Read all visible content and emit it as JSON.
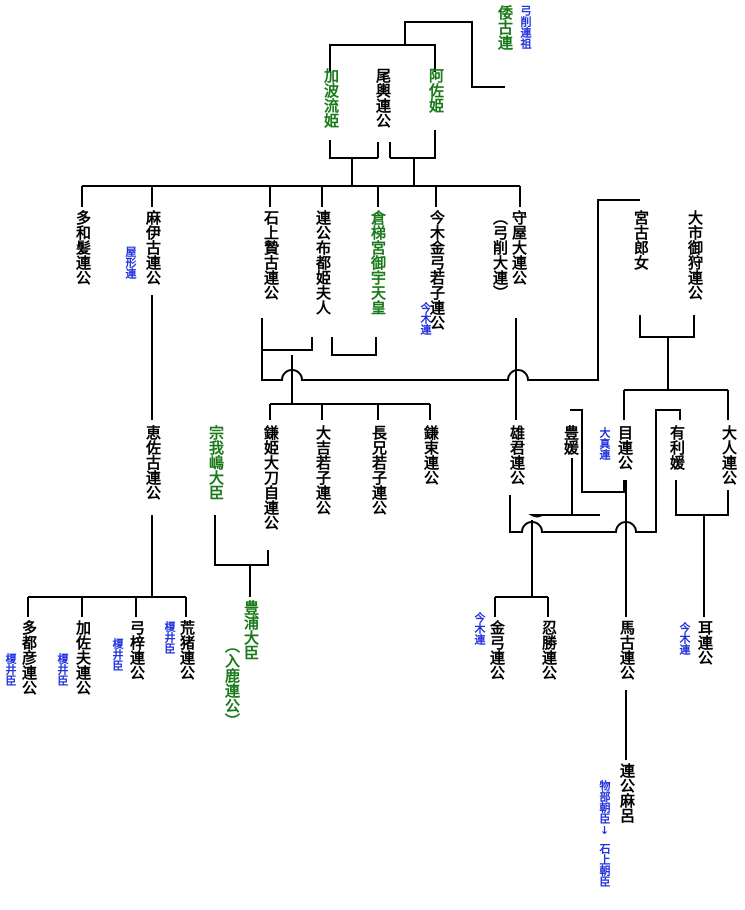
{
  "colors": {
    "ancestor_green": "#1a7a1a",
    "note_blue": "#2233dd",
    "line": "#000000",
    "text": "#000000"
  },
  "people": {
    "wako": "倭古連",
    "wako_note": "弓削連祖",
    "kahanaru": "加波流姫",
    "okoshi": "尾輿連公",
    "asa": "阿佐姫",
    "tawahige": "多和髪連公",
    "maiko": "麻伊古連公",
    "maiko_note": "屋形連",
    "isonokami": "石上贄古連公",
    "futsuhime": "連公布都姫夫人",
    "sushun": "倉梯宮御宇天皇",
    "imaki": "今木金弓若子連公",
    "imaki_note": "今木連",
    "moriya": "守屋大連公",
    "moriya_alias": "（弓削大連）",
    "miyako": "宮古郎女",
    "oichi": "大市御狩連公",
    "ekoko": "恵佐古連公",
    "kamahime": "鎌姫大刀自連公",
    "oyoshi": "大吉若子連公",
    "nagae": "長兄若子連公",
    "kamatsuka": "鎌束連公",
    "soga": "宗我嶋大臣",
    "ogimi": "雄君連公",
    "toyohime": "豊媛",
    "me": "目連公",
    "me_note": "大真連",
    "arihime": "有利媛",
    "ohito": "大人連公",
    "tatsuhiko": "多都彦連公",
    "tatsuhiko_note": "榎井臣",
    "kasabu": "加佐夫連公",
    "kasabu_note": "榎井臣",
    "yuzuri": "弓梓連公",
    "yuzuri_note": "榎井臣",
    "araino": "荒猪連公",
    "araino_note": "榎井臣",
    "toyura": "豊浦大臣",
    "toyura_alias": "（入鹿連公）",
    "kanayumi": "金弓連公",
    "kanayumi_note": "今木連",
    "oshikatsu": "忍勝連公",
    "umako": "馬古連公",
    "mimi": "耳連公",
    "mimi_note": "今木連",
    "maro": "連公麻呂",
    "maro_note_a": "物部朝臣↓",
    "maro_note_b": "石上朝臣"
  }
}
